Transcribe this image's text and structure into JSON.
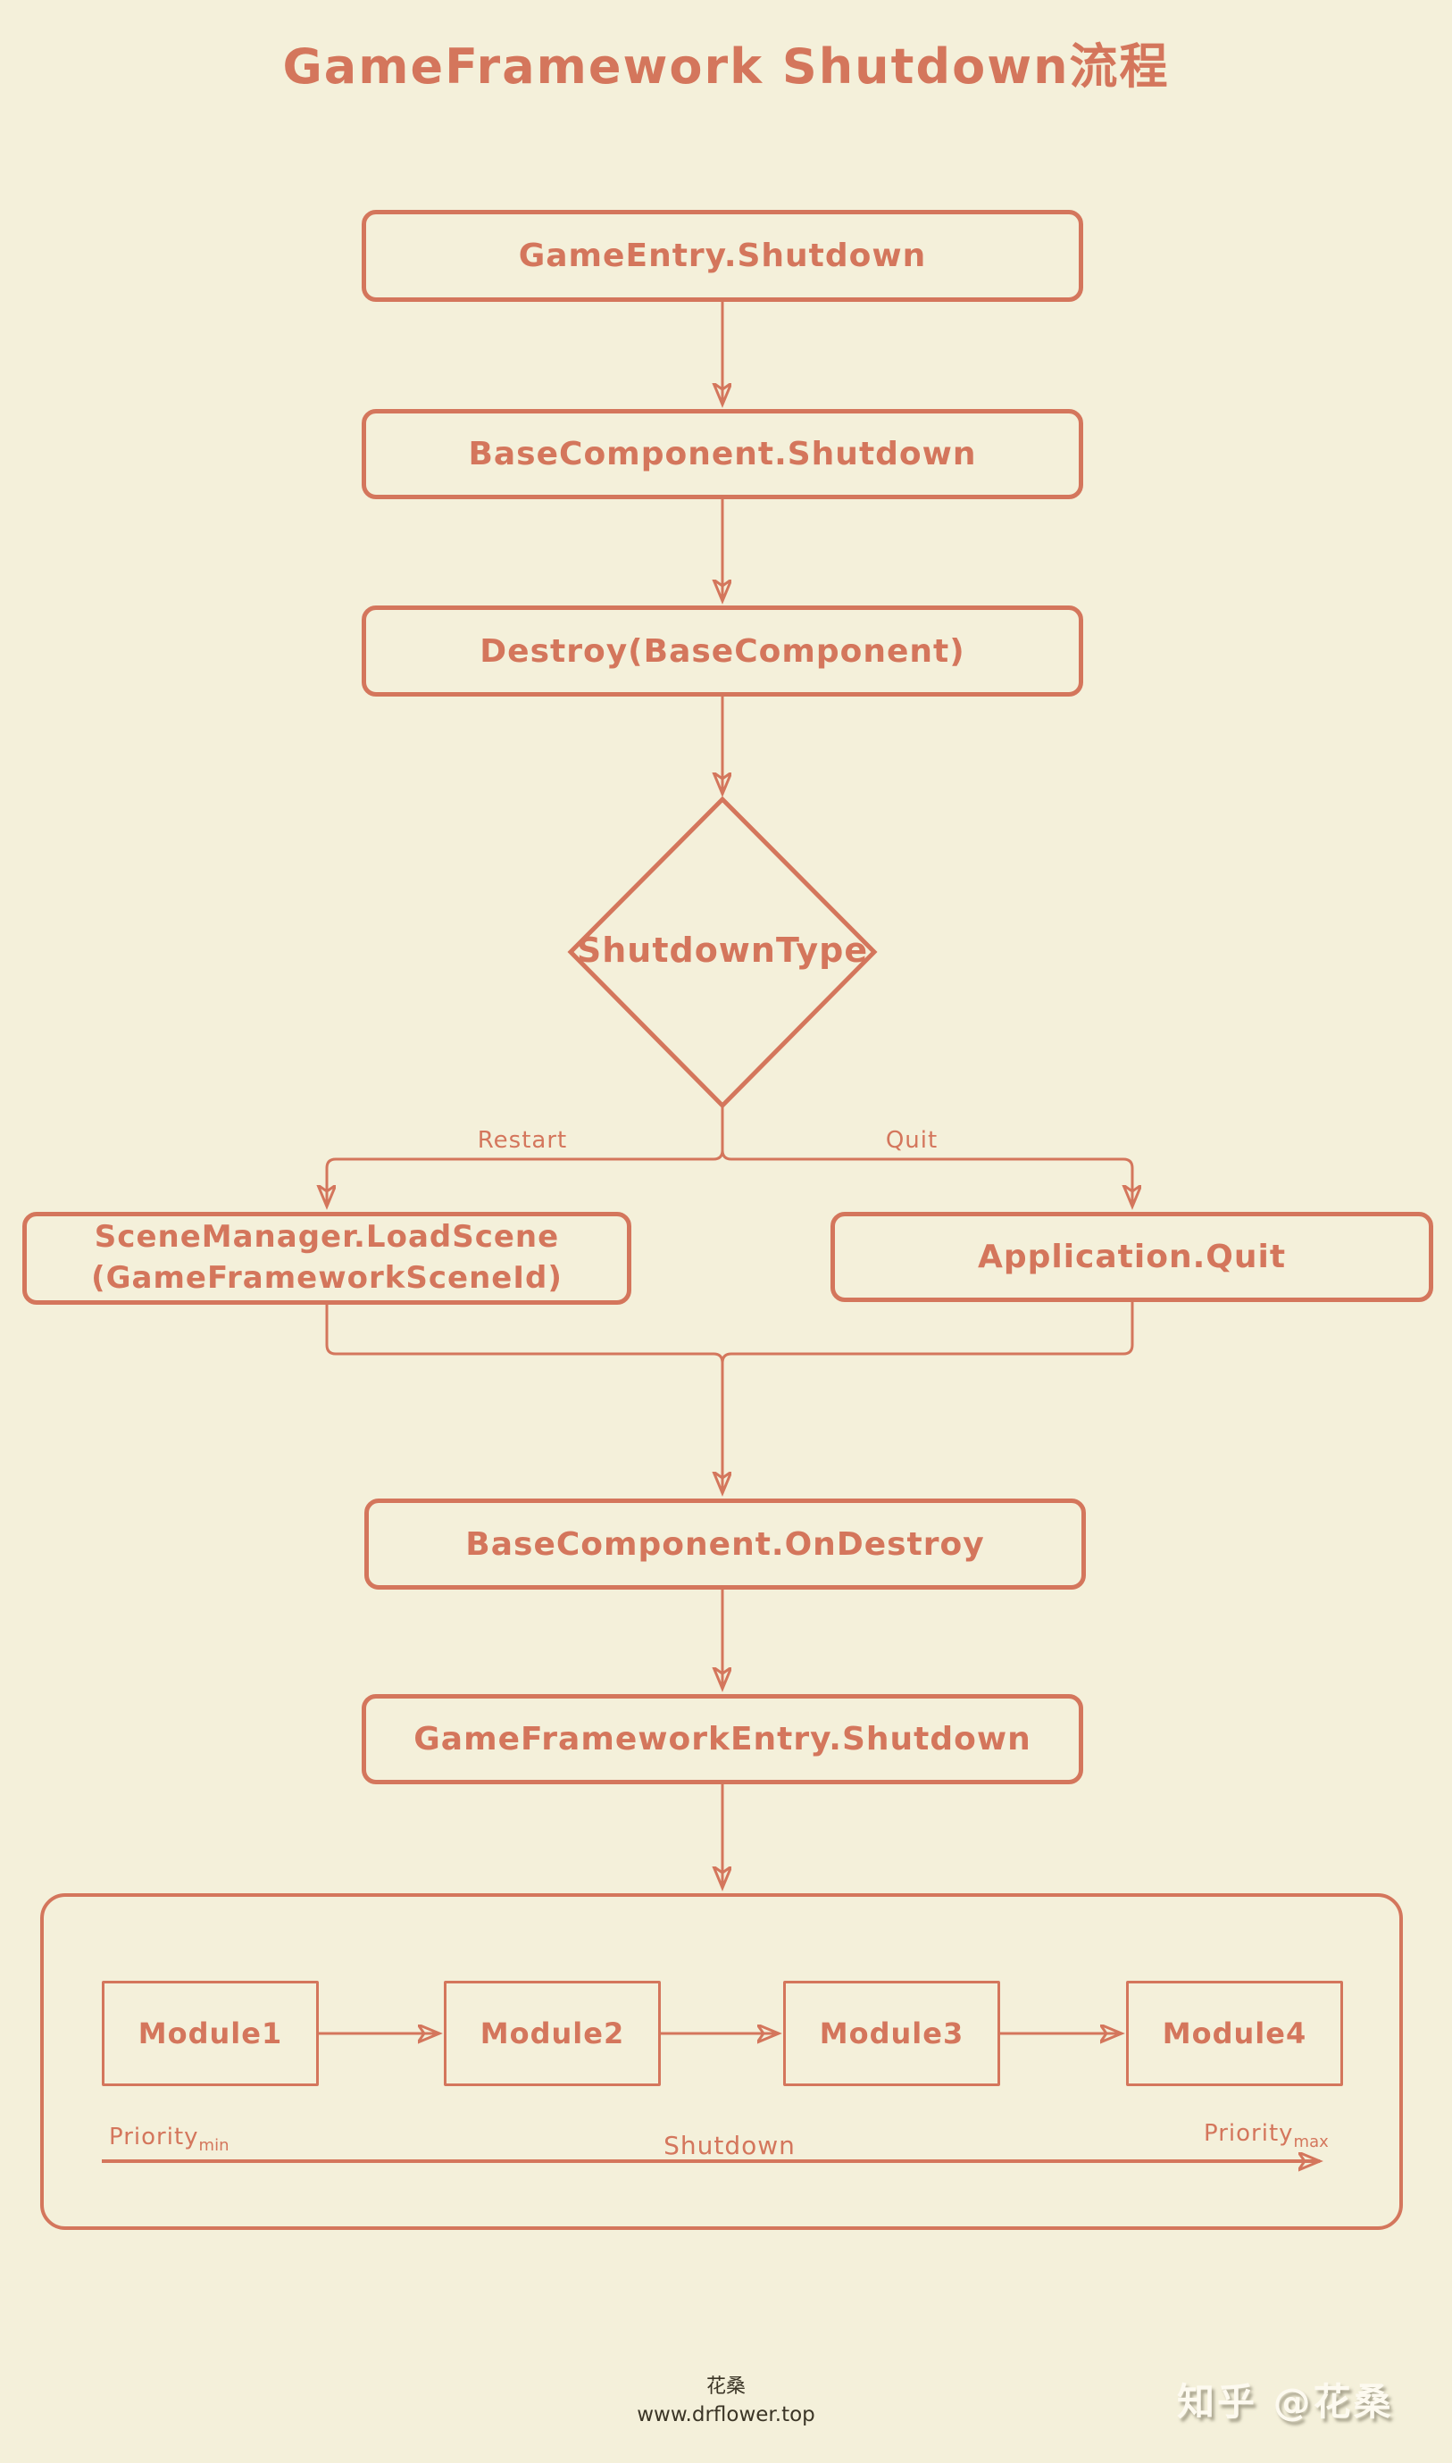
{
  "title": "GameFramework Shutdown流程",
  "colors": {
    "accent": "#d4765c",
    "background": "#f4f0da",
    "footer_text": "#3b3526",
    "watermark": "#fdfaf0"
  },
  "nodes": {
    "game_entry_shutdown": "GameEntry.Shutdown",
    "base_component_shutdown": "BaseComponent.Shutdown",
    "destroy_base_component": "Destroy(BaseComponent)",
    "decision": "ShutdownType",
    "scene_manager_load_scene_line1": "SceneManager.LoadScene",
    "scene_manager_load_scene_line2": "(GameFrameworkSceneId)",
    "application_quit": "Application.Quit",
    "base_component_on_destroy": "BaseComponent.OnDestroy",
    "game_framework_entry_shutdown": "GameFrameworkEntry.Shutdown"
  },
  "branches": {
    "restart": "Restart",
    "quit": "Quit"
  },
  "modules": [
    {
      "label": "Module1"
    },
    {
      "label": "Module2"
    },
    {
      "label": "Module3"
    },
    {
      "label": "Module4"
    }
  ],
  "axis": {
    "left_base": "Priority",
    "left_sub": "min",
    "center": "Shutdown",
    "right_base": "Priority",
    "right_sub": "max"
  },
  "footer": {
    "author": "花桑",
    "site": "www.drflower.top"
  },
  "watermark": "知乎 @花桑"
}
